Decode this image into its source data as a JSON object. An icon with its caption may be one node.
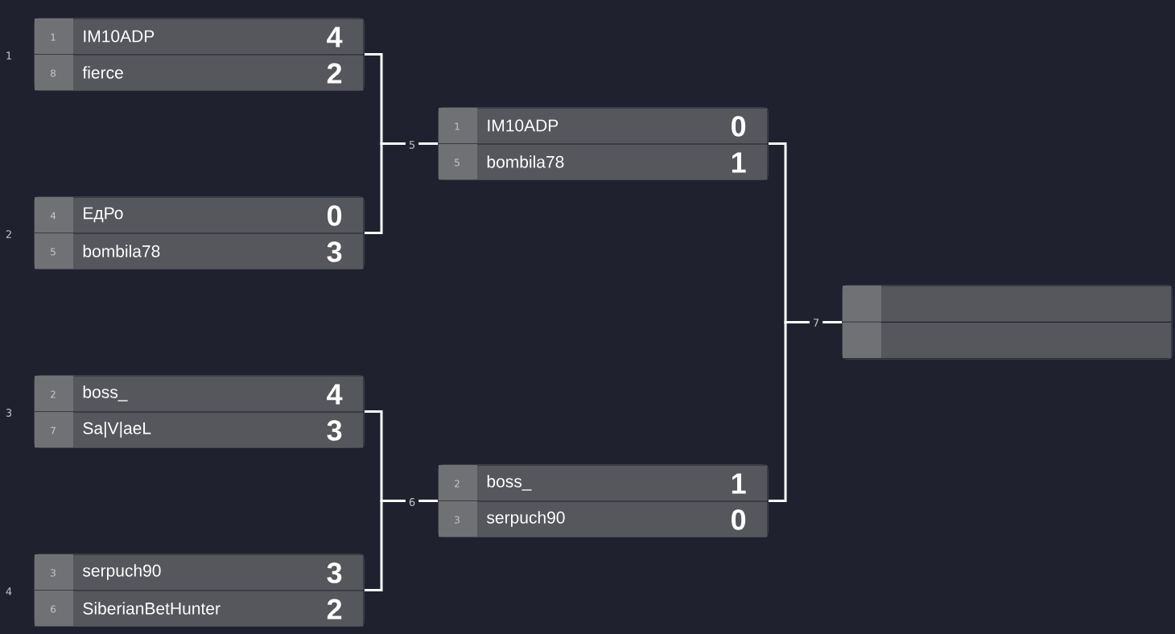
{
  "diagram": {
    "nodes": [
      {
        "text": [],
        "shape": "box",
        "beside": [
          "1"
        ]
      },
      {
        "text": [
          "1",
          "IM10ADP",
          "4"
        ],
        "in": 0
      },
      {
        "text": [
          "8",
          "fierce",
          "2"
        ],
        "in": 0
      },
      {
        "text": [],
        "shape": "box",
        "beside": [
          "2"
        ]
      },
      {
        "text": [
          "4",
          "ЕдРо",
          "0"
        ],
        "in": 3
      },
      {
        "text": [
          "5",
          "bombila78",
          "3"
        ],
        "in": 3
      },
      {
        "text": [],
        "shape": "box",
        "beside": [
          "3"
        ]
      },
      {
        "text": [
          "2",
          "boss_",
          "4"
        ],
        "in": 6
      },
      {
        "text": [
          "7",
          "Sa|V|aeL",
          "3"
        ],
        "in": 6
      },
      {
        "text": [],
        "shape": "box",
        "beside": [
          "4"
        ]
      },
      {
        "text": [
          "3",
          "serpuch90",
          "3"
        ],
        "in": 9
      },
      {
        "text": [
          "6",
          "SiberianBetHunter",
          "2"
        ],
        "in": 9
      },
      {
        "text": [],
        "shape": "box"
      },
      {
        "text": [
          "1",
          "IM10ADP",
          "0"
        ],
        "in": 12
      },
      {
        "text": [
          "5",
          "bombila78",
          "1"
        ],
        "in": 12
      },
      {
        "text": [],
        "shape": "box"
      },
      {
        "text": [
          "2",
          "boss_",
          "1"
        ],
        "in": 15
      },
      {
        "text": [
          "3",
          "serpuch90",
          "0"
        ],
        "in": 15
      },
      {
        "text": [],
        "shape": "box"
      },
      {
        "text": [],
        "shape": "box",
        "in": 18
      },
      {
        "text": [],
        "shape": "box",
        "in": 18
      }
    ],
    "edges": [
      {
        "from": 0,
        "to": 12,
        "arrow": "none"
      },
      {
        "from": 3,
        "to": 12,
        "arrow": "none"
      },
      {
        "from": 6,
        "to": 15,
        "arrow": "none"
      },
      {
        "from": 9,
        "to": 15,
        "arrow": "none"
      },
      {
        "from": 12,
        "to": 18,
        "arrow": "none"
      },
      {
        "from": 15,
        "to": 18,
        "arrow": "none"
      }
    ],
    "labels": [
      "5",
      "6",
      "7"
    ]
  }
}
